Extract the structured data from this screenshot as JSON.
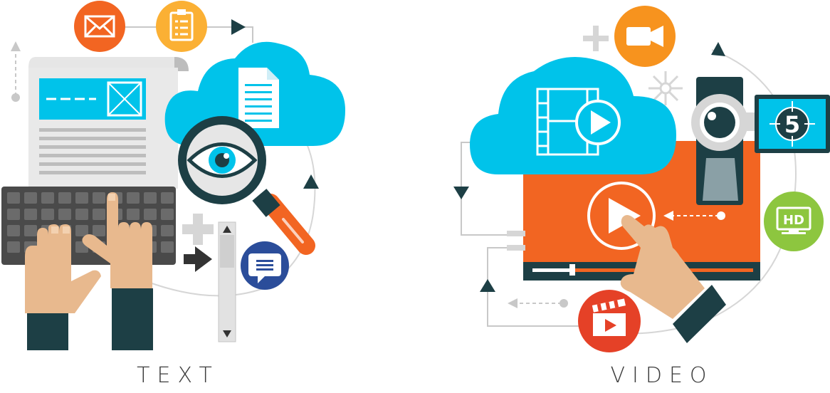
{
  "captions": {
    "text": "TEXT",
    "video": "VIDEO"
  },
  "badges": {
    "hd": "HD",
    "countdown": "5"
  },
  "icons": {
    "text_panel": [
      "mail-icon",
      "clipboard-icon",
      "document-icon",
      "eye-icon",
      "magnifier-icon",
      "chat-icon",
      "keyboard-icon",
      "newspaper-icon",
      "scrollbar-icon"
    ],
    "video_panel": [
      "video-camera-icon",
      "film-play-icon",
      "play-icon",
      "hd-icon",
      "countdown-icon",
      "clapperboard-icon",
      "webcam-icon"
    ]
  },
  "colors": {
    "cloud": "#00c3ea",
    "orange": "#f26522",
    "amber": "#f7931e",
    "yellow": "#fbb034",
    "lime": "#8dc63f",
    "dark_teal": "#1d3f45",
    "navy_blue": "#2b4d9a",
    "skin": "#e8b98e",
    "grey": "#d6d6d6",
    "dark_grey": "#4a4a4a",
    "red": "#e54127"
  }
}
